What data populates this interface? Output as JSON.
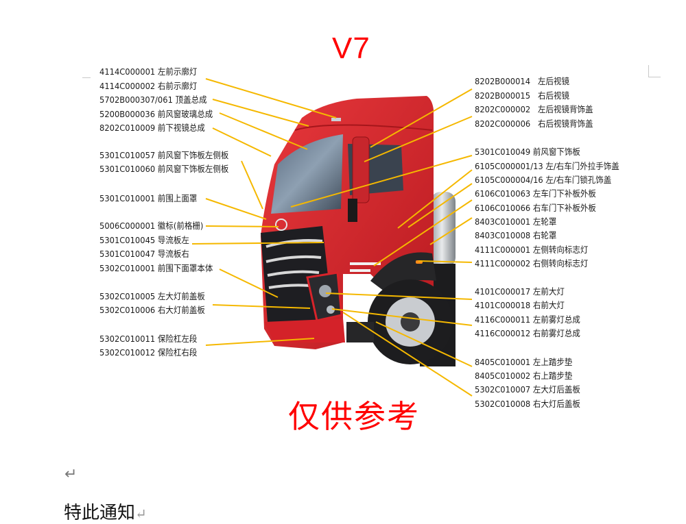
{
  "document": {
    "model_title": "V7",
    "watermark": "仅供参考",
    "paragraph_mark": "↵",
    "notice_text": "特此通知",
    "notice_return_mark": "↵"
  },
  "colors": {
    "title_red": "#ff0000",
    "leader_line": "#f5b800",
    "truck_red": "#d8232a"
  },
  "left_labels": [
    {
      "code": "4114C000001",
      "name": "左前示廓灯"
    },
    {
      "code": "4114C000002",
      "name": "右前示廓灯"
    },
    {
      "code": "5702B000307/061",
      "name": "顶盖总成"
    },
    {
      "code": "5200B000036",
      "name": "前风窗玻璃总成"
    },
    {
      "code": "8202C010009",
      "name": "前下视镜总成"
    },
    {
      "code": "5301C010057",
      "name": "前风窗下饰板左侧板"
    },
    {
      "code": "5301C010060",
      "name": "前风窗下饰板左侧板"
    },
    {
      "code": "5301C010001",
      "name": "前围上面罩"
    },
    {
      "code": "5006C000001",
      "name": "徽标(前格栅)"
    },
    {
      "code": "5301C010045",
      "name": "导流板左"
    },
    {
      "code": "5301C010047",
      "name": "导流板右"
    },
    {
      "code": "5302C010001",
      "name": "前围下面罩本体"
    },
    {
      "code": "5302C010005",
      "name": "左大灯前盖板"
    },
    {
      "code": "5302C010006",
      "name": "右大灯前盖板"
    },
    {
      "code": "5302C010011",
      "name": "保险杠左段"
    },
    {
      "code": "5302C010012",
      "name": "保险杠右段"
    }
  ],
  "right_labels": [
    {
      "code": "8202B000014",
      "name": "左后视镜"
    },
    {
      "code": "8202B000015",
      "name": "右后视镜"
    },
    {
      "code": "8202C000002",
      "name": "左后视镜背饰盖"
    },
    {
      "code": "8202C000006",
      "name": "右后视镜背饰盖"
    },
    {
      "code": "5301C010049",
      "name": "前风窗下饰板"
    },
    {
      "code": "6105C000001/13",
      "name": "左/右车门外拉手饰盖"
    },
    {
      "code": "6105C000004/16",
      "name": "左/右车门锁孔饰盖"
    },
    {
      "code": "6106C010063",
      "name": "左车门下补板外板"
    },
    {
      "code": "6106C010066",
      "name": "右车门下补板外板"
    },
    {
      "code": "8403C010001",
      "name": "左轮罩"
    },
    {
      "code": "8403C010008",
      "name": "右轮罩"
    },
    {
      "code": "4111C000001",
      "name": "左侧转向标志灯"
    },
    {
      "code": "4111C000002",
      "name": "右侧转向标志灯"
    },
    {
      "code": "4101C000017",
      "name": "左前大灯"
    },
    {
      "code": "4101C000018",
      "name": "右前大灯"
    },
    {
      "code": "4116C000011",
      "name": "左前雾灯总成"
    },
    {
      "code": "4116C000012",
      "name": "右前雾灯总成"
    },
    {
      "code": "8405C010001",
      "name": "左上踏步垫"
    },
    {
      "code": "8405C010002",
      "name": "右上踏步垫"
    },
    {
      "code": "5302C010007",
      "name": "左大灯后盖板"
    },
    {
      "code": "5302C010008",
      "name": "右大灯后盖板"
    }
  ]
}
